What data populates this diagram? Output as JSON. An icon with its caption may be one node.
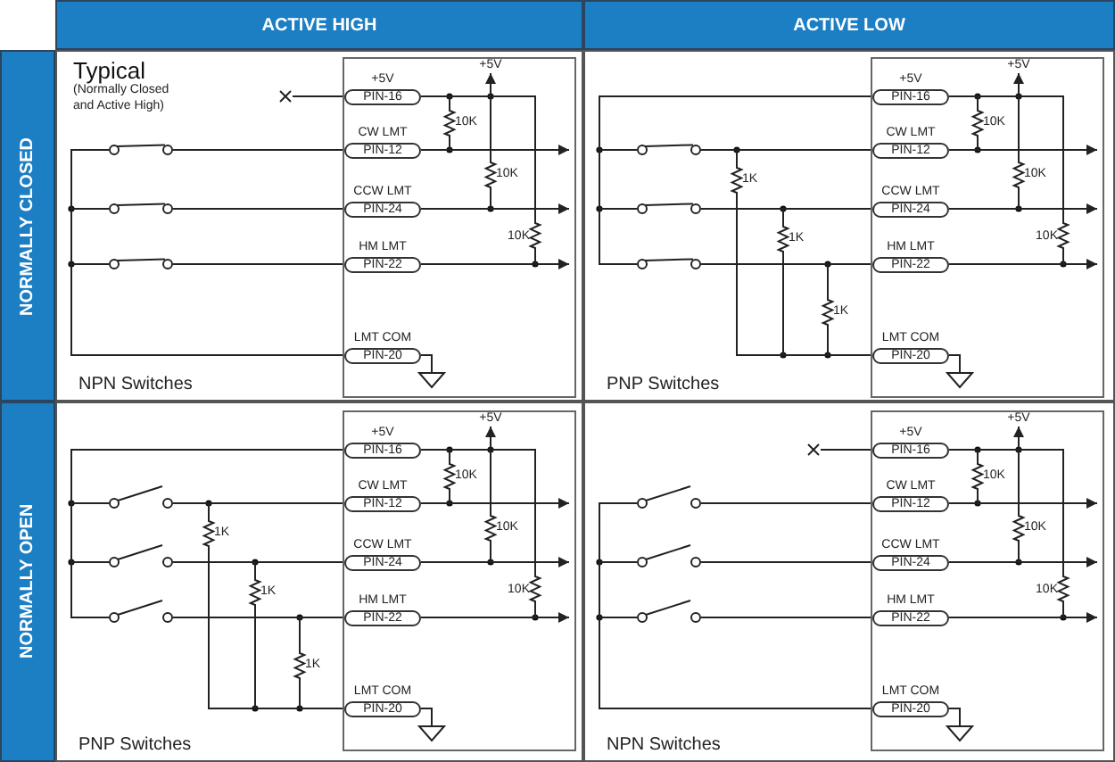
{
  "diagram": {
    "nodes": [
      {
        "text": [
          "ACTIVE HIGH"
        ]
      },
      {
        "text": [
          "ACTIVE LOW"
        ]
      },
      {
        "text": [
          "NORMALLY CLOSED"
        ]
      },
      {
        "text": [
          "Typical",
          "(Normally Closed and Active High)",
          "NPN Switches"
        ]
      },
      {
        "text": [],
        "shape": "box",
        "in": 3
      },
      {
        "text": [
          "+5V",
          "PIN-16"
        ],
        "in": 4
      },
      {
        "text": [
          "CW LMT",
          "PIN-12"
        ],
        "in": 4
      },
      {
        "text": [
          "CCW LMT",
          "PIN-24"
        ],
        "in": 4
      },
      {
        "text": [
          "HM LMT",
          "PIN-22"
        ],
        "in": 4
      },
      {
        "text": [
          "LMT COM",
          "PIN-20"
        ],
        "in": 4
      },
      {
        "text": [],
        "shape": "cross",
        "in": 3
      },
      {
        "text": [],
        "shape": "switch",
        "in": 3
      },
      {
        "text": [],
        "shape": "switch",
        "in": 3
      },
      {
        "text": [],
        "shape": "switch",
        "in": 3
      },
      {
        "text": [
          "PNP Switches"
        ]
      },
      {
        "text": [],
        "shape": "box",
        "in": 14
      },
      {
        "text": [
          "+5V",
          "PIN-16"
        ],
        "in": 15
      },
      {
        "text": [
          "CW LMT",
          "PIN-12"
        ],
        "in": 15
      },
      {
        "text": [
          "CCW LMT",
          "PIN-24"
        ],
        "in": 15
      },
      {
        "text": [
          "HM LMT",
          "PIN-22"
        ],
        "in": 15
      },
      {
        "text": [
          "LMT COM",
          "PIN-20"
        ],
        "in": 15
      },
      {
        "text": [],
        "shape": "switch",
        "in": 14
      },
      {
        "text": [],
        "shape": "switch",
        "in": 14
      },
      {
        "text": [],
        "shape": "switch",
        "in": 14
      },
      {
        "text": [
          "NORMALLY OPEN"
        ]
      },
      {
        "text": [
          "PNP Switches"
        ]
      },
      {
        "text": [],
        "shape": "box",
        "in": 25
      },
      {
        "text": [
          "+5V",
          "PIN-16"
        ],
        "in": 26
      },
      {
        "text": [
          "CW LMT",
          "PIN-12"
        ],
        "in": 26
      },
      {
        "text": [
          "CCW LMT",
          "PIN-24"
        ],
        "in": 26
      },
      {
        "text": [
          "HM LMT",
          "PIN-22"
        ],
        "in": 26
      },
      {
        "text": [
          "LMT COM",
          "PIN-20"
        ],
        "in": 26
      },
      {
        "text": [],
        "shape": "switch",
        "in": 25
      },
      {
        "text": [],
        "shape": "switch",
        "in": 25
      },
      {
        "text": [],
        "shape": "switch",
        "in": 25
      },
      {
        "text": [
          "NPN Switches"
        ]
      },
      {
        "text": [],
        "shape": "box",
        "in": 35
      },
      {
        "text": [
          "+5V",
          "PIN-16"
        ],
        "in": 36
      },
      {
        "text": [
          "CW LMT",
          "PIN-12"
        ],
        "in": 36
      },
      {
        "text": [
          "CCW LMT",
          "PIN-24"
        ],
        "in": 36
      },
      {
        "text": [
          "HM LMT",
          "PIN-22"
        ],
        "in": 36
      },
      {
        "text": [
          "LMT COM",
          "PIN-20"
        ],
        "in": 36
      },
      {
        "text": [],
        "shape": "cross",
        "in": 35
      },
      {
        "text": [],
        "shape": "switch",
        "in": 35
      },
      {
        "text": [],
        "shape": "switch",
        "in": 35
      },
      {
        "text": [],
        "shape": "switch",
        "in": 35
      },
      {
        "text": [
          "+5V"
        ],
        "in": 4
      },
      {
        "text": [
          "+5V"
        ],
        "in": 15
      },
      {
        "text": [
          "+5V"
        ],
        "in": 26
      },
      {
        "text": [
          "+5V"
        ],
        "in": 36
      }
    ],
    "edges": [
      {
        "from": 6,
        "to": null,
        "arrow": "to"
      },
      {
        "from": 7,
        "to": null,
        "arrow": "to"
      },
      {
        "from": 8,
        "to": null,
        "arrow": "to"
      },
      {
        "from": 5,
        "to": 46,
        "arrow": "to"
      },
      {
        "from": 5,
        "to": 6,
        "arrow": "none"
      },
      {
        "from": 5,
        "to": 7,
        "arrow": "none"
      },
      {
        "from": 5,
        "to": 8,
        "arrow": "none"
      },
      {
        "from": 10,
        "to": 5,
        "arrow": "none"
      },
      {
        "from": 9,
        "to": 11,
        "arrow": "none"
      },
      {
        "from": 9,
        "to": 12,
        "arrow": "none"
      },
      {
        "from": 9,
        "to": 13,
        "arrow": "none"
      },
      {
        "from": 11,
        "to": 6,
        "arrow": "none"
      },
      {
        "from": 12,
        "to": 7,
        "arrow": "none"
      },
      {
        "from": 13,
        "to": 8,
        "arrow": "none"
      },
      {
        "from": 17,
        "to": null,
        "arrow": "to"
      },
      {
        "from": 18,
        "to": null,
        "arrow": "to"
      },
      {
        "from": 19,
        "to": null,
        "arrow": "to"
      },
      {
        "from": 16,
        "to": 47,
        "arrow": "to"
      },
      {
        "from": 16,
        "to": 17,
        "arrow": "none"
      },
      {
        "from": 16,
        "to": 18,
        "arrow": "none"
      },
      {
        "from": 16,
        "to": 19,
        "arrow": "none"
      },
      {
        "from": 16,
        "to": 21,
        "arrow": "none"
      },
      {
        "from": 16,
        "to": 22,
        "arrow": "none"
      },
      {
        "from": 16,
        "to": 23,
        "arrow": "none"
      },
      {
        "from": 21,
        "to": 17,
        "arrow": "none"
      },
      {
        "from": 22,
        "to": 18,
        "arrow": "none"
      },
      {
        "from": 23,
        "to": 19,
        "arrow": "none"
      },
      {
        "from": 17,
        "to": 20,
        "arrow": "none"
      },
      {
        "from": 18,
        "to": 20,
        "arrow": "none"
      },
      {
        "from": 19,
        "to": 20,
        "arrow": "none"
      },
      {
        "from": 28,
        "to": null,
        "arrow": "to"
      },
      {
        "from": 29,
        "to": null,
        "arrow": "to"
      },
      {
        "from": 30,
        "to": null,
        "arrow": "to"
      },
      {
        "from": 27,
        "to": 48,
        "arrow": "to"
      },
      {
        "from": 27,
        "to": 28,
        "arrow": "none"
      },
      {
        "from": 27,
        "to": 29,
        "arrow": "none"
      },
      {
        "from": 27,
        "to": 30,
        "arrow": "none"
      },
      {
        "from": 27,
        "to": 32,
        "arrow": "none"
      },
      {
        "from": 27,
        "to": 33,
        "arrow": "none"
      },
      {
        "from": 27,
        "to": 34,
        "arrow": "none"
      },
      {
        "from": 32,
        "to": 28,
        "arrow": "none"
      },
      {
        "from": 33,
        "to": 29,
        "arrow": "none"
      },
      {
        "from": 34,
        "to": 30,
        "arrow": "none"
      },
      {
        "from": 28,
        "to": 31,
        "arrow": "none"
      },
      {
        "from": 29,
        "to": 31,
        "arrow": "none"
      },
      {
        "from": 30,
        "to": 31,
        "arrow": "none"
      },
      {
        "from": 38,
        "to": null,
        "arrow": "to"
      },
      {
        "from": 39,
        "to": null,
        "arrow": "to"
      },
      {
        "from": 40,
        "to": null,
        "arrow": "to"
      },
      {
        "from": 37,
        "to": 49,
        "arrow": "to"
      },
      {
        "from": 37,
        "to": 38,
        "arrow": "none"
      },
      {
        "from": 37,
        "to": 39,
        "arrow": "none"
      },
      {
        "from": 37,
        "to": 40,
        "arrow": "none"
      },
      {
        "from": 42,
        "to": 37,
        "arrow": "none"
      },
      {
        "from": 41,
        "to": 43,
        "arrow": "none"
      },
      {
        "from": 41,
        "to": 44,
        "arrow": "none"
      },
      {
        "from": 41,
        "to": 45,
        "arrow": "none"
      },
      {
        "from": 43,
        "to": 38,
        "arrow": "none"
      },
      {
        "from": 44,
        "to": 39,
        "arrow": "none"
      },
      {
        "from": 45,
        "to": 40,
        "arrow": "none"
      }
    ],
    "labels": [
      "10K",
      "10K",
      "10K",
      "10K",
      "10K",
      "10K",
      "1K",
      "1K",
      "1K",
      "10K",
      "10K",
      "10K",
      "1K",
      "1K",
      "1K",
      "10K",
      "10K",
      "10K"
    ]
  }
}
